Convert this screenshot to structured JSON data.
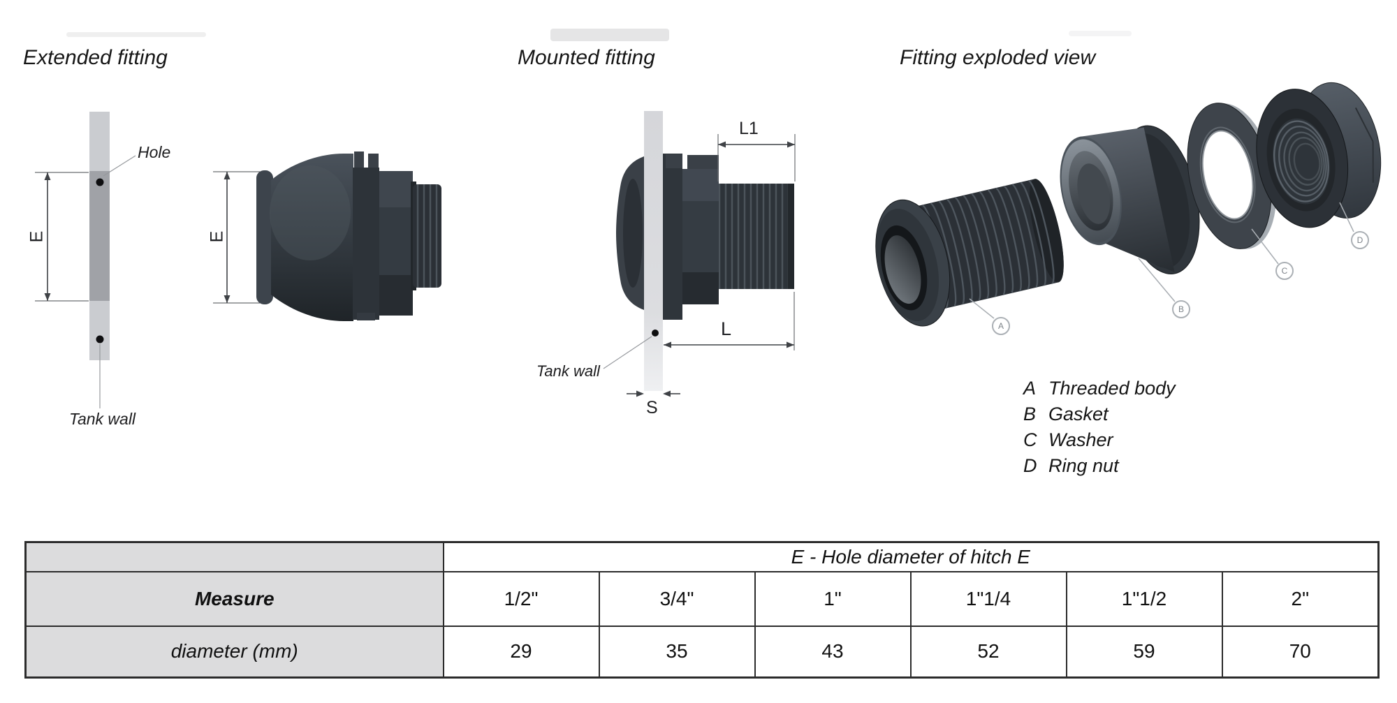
{
  "extended": {
    "title": "Extended fitting",
    "hole_label": "Hole",
    "tank_wall_label": "Tank wall",
    "dim_e_wall": "E",
    "dim_e_fitting": "E"
  },
  "mounted": {
    "title": "Mounted fitting",
    "tank_wall_label": "Tank wall",
    "dim_l1": "L1",
    "dim_l": "L",
    "dim_s": "S"
  },
  "exploded": {
    "title": "Fitting exploded view",
    "callouts": {
      "a": "A",
      "b": "B",
      "c": "C",
      "d": "D"
    },
    "legend": [
      {
        "letter": "A",
        "name": "Threaded body"
      },
      {
        "letter": "B",
        "name": "Gasket"
      },
      {
        "letter": "C",
        "name": "Washer"
      },
      {
        "letter": "D",
        "name": "Ring nut"
      }
    ]
  },
  "table": {
    "header": "E - Hole diameter of hitch E",
    "measure_label": "Measure",
    "diameter_label": "diameter (mm)",
    "sizes": [
      "1/2\"",
      "3/4\"",
      "1\"",
      "1\"1/4",
      "1\"1/2",
      "2\""
    ],
    "diameters_mm": [
      29,
      35,
      43,
      52,
      59,
      70
    ]
  },
  "colors": {
    "table_cell_gray": "#dcdcdd",
    "wall_gray": "#caccd0",
    "fitting_dark": "#2e343a",
    "dimension_line": "#3f4246"
  }
}
